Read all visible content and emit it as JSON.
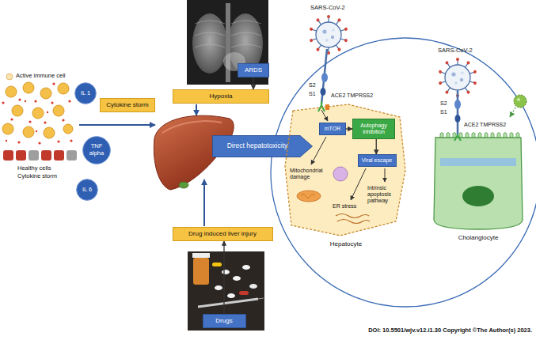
{
  "diagram": {
    "caption": "DOI: 10.5501/wjv.v12.i1.30 Copyright ©The Author(s) 2023.",
    "nodes": [
      {
        "text": [
          "IL 1"
        ]
      },
      {
        "text": [
          "Cytokine storm"
        ]
      },
      {
        "text": [
          "TNF alpha"
        ]
      },
      {
        "text": [
          "IL 6"
        ]
      },
      {
        "text": [
          "ARDS"
        ]
      },
      {
        "text": [
          "Hypoxia"
        ]
      },
      {
        "text": [
          "Direct hepatotoxicity"
        ]
      },
      {
        "text": [
          "Drug induced liver injury"
        ]
      },
      {
        "text": [
          "Drugs"
        ]
      },
      {
        "text": [
          "Hepatocyte"
        ]
      },
      {
        "text": [
          "mTOR"
        ],
        "in": 9
      },
      {
        "text": [
          "Autophagy inhibition"
        ],
        "in": 9
      },
      {
        "text": [
          "Viral escape"
        ],
        "in": 9
      },
      {
        "text": [
          "Cholangiocyte"
        ]
      }
    ],
    "edges": [
      {
        "from": 4,
        "to": 5,
        "arrow": "to"
      },
      {
        "from": 8,
        "to": 7,
        "arrow": "to"
      },
      {
        "from": 10,
        "to": 11,
        "arrow": "to"
      },
      {
        "from": 11,
        "to": 12,
        "arrow": "to"
      }
    ],
    "labels": [
      "Active immune cell",
      "Healthy cells",
      "Cytokine storm",
      "SARS-CoV-2",
      "S2",
      "S1",
      "ACE2 TMPRSS2",
      "Mitochondrial damage",
      "ER stress",
      "Intrinsic apoptosis pathway",
      "SARS-CoV-2",
      "S2",
      "S1",
      "ACE2 TMPRSS2"
    ]
  }
}
